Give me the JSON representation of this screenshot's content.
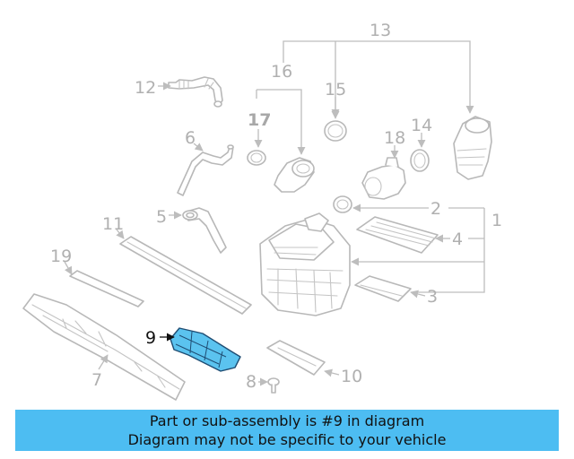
{
  "callouts": {
    "n1": "1",
    "n2": "2",
    "n3": "3",
    "n4": "4",
    "n5": "5",
    "n6": "6",
    "n7": "7",
    "n8": "8",
    "n9": "9",
    "n10": "10",
    "n11": "11",
    "n12": "12",
    "n13": "13",
    "n14": "14",
    "n15": "15",
    "n16": "16",
    "n17": "17",
    "n18": "18",
    "n19": "19"
  },
  "highlighted_part": "9",
  "banner": {
    "line1": "Part or sub-assembly is #9 in diagram",
    "line2": "Diagram may not be specific to your vehicle"
  },
  "colors": {
    "highlight_fill": "#5bc3ef",
    "banner_background": "#4dbdf2",
    "line_art": "#b8b8b8"
  }
}
